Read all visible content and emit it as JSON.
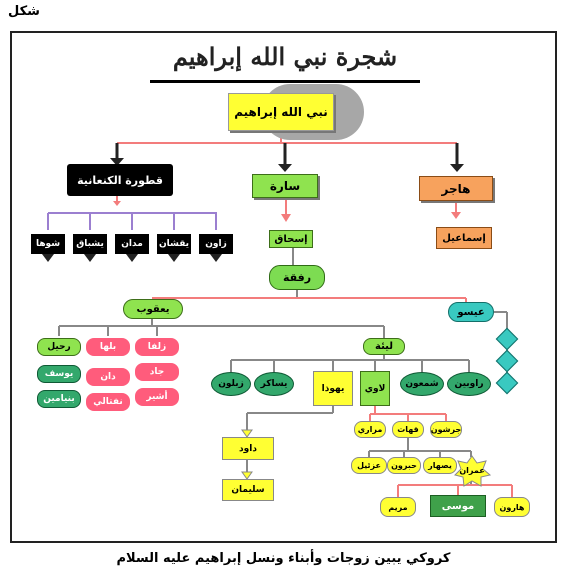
{
  "corner_label": "شكل",
  "caption": "كروكي يبين زوجات وأبناء ونسل إبراهيم عليه السلام",
  "title": "شجرة نبي الله إبراهيم",
  "root": "نبي الله إبراهيم",
  "wives": {
    "qatura": "قطورة الكنعانية",
    "sara": "سارة",
    "hajar": "هاجر"
  },
  "qatura_sons": [
    "زاون",
    "يقشان",
    "مدان",
    "يشباق",
    "شوها"
  ],
  "ishaq": "إسحاق",
  "ismail": "إسماعيل",
  "rifqa": "رفقة",
  "yaqub": "يعقوب",
  "esau": "عيسو",
  "leah": "ليئة",
  "rachel": "رحيل",
  "bilha": "بلها",
  "zilpa": "زلفا",
  "rachel_sons": [
    "يوسف",
    "بنيامين"
  ],
  "bilha_sons": [
    "دان",
    "نفتالي"
  ],
  "zilpa_sons": [
    "جاد",
    "أشير"
  ],
  "leah_sons": [
    "زبلون",
    "يساكر",
    "يهوذا",
    "لاوي",
    "شمعون",
    "راوبين"
  ],
  "judah_line": [
    "داود",
    "سليمان"
  ],
  "levi_sons": [
    "مراري",
    "قهات",
    "جرشون"
  ],
  "kohath_sons": [
    "عزئيل",
    "حبرون",
    "يصهار",
    "عمران"
  ],
  "amram_children": [
    "مريم",
    "موسى",
    "هارون"
  ]
}
